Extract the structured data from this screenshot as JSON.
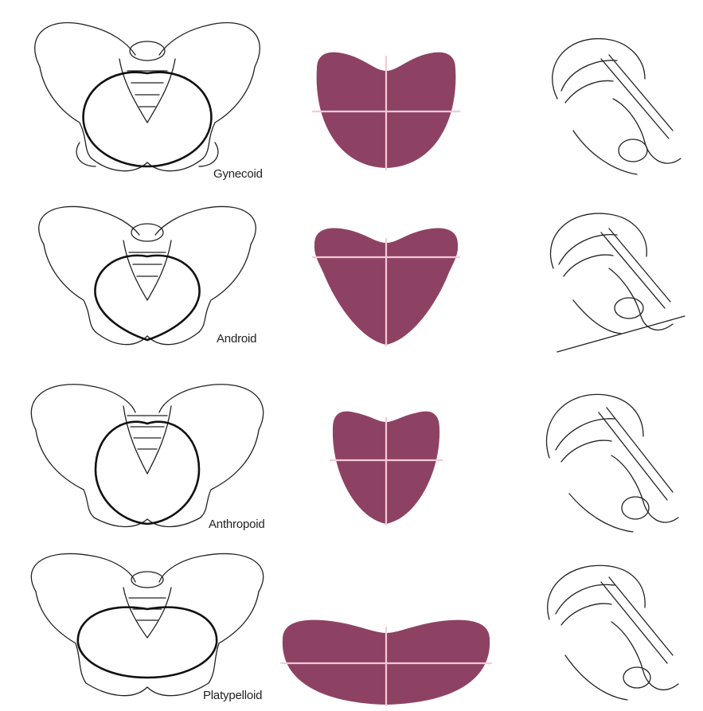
{
  "colors": {
    "inlet_fill": "#8e4263",
    "inlet_cross": "#f4c9d7",
    "line_art": "#222222",
    "background": "#ffffff"
  },
  "pelvis_types": [
    {
      "label": "Gynecoid",
      "inlet_shape": "round-oval"
    },
    {
      "label": "Android",
      "inlet_shape": "heart"
    },
    {
      "label": "Anthropoid",
      "inlet_shape": "long-oval"
    },
    {
      "label": "Platypelloid",
      "inlet_shape": "flat-oval"
    }
  ]
}
